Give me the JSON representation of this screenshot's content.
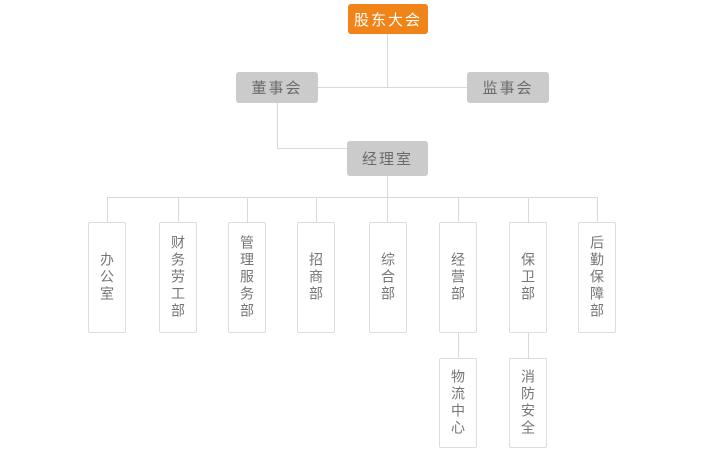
{
  "colors": {
    "page_bg": "#ffffff",
    "accent": "#f08418",
    "node_gray": "#cbcbcb",
    "node_gray_text": "#6b6b6b",
    "dept_border": "#dddddd",
    "dept_text": "#757575",
    "line": "#d9d9d9"
  },
  "org_chart": {
    "root": {
      "label": "股东大会"
    },
    "boards": [
      {
        "label": "董事会"
      },
      {
        "label": "监事会"
      }
    ],
    "office": {
      "label": "经理室"
    },
    "departments": [
      {
        "label": "办公室"
      },
      {
        "label": "财务劳工部"
      },
      {
        "label": "管理服务部"
      },
      {
        "label": "招商部"
      },
      {
        "label": "综合部"
      },
      {
        "label": "经营部"
      },
      {
        "label": "保卫部"
      },
      {
        "label": "后勤保障部"
      }
    ],
    "sub_departments": [
      {
        "label": "物流中心",
        "parent": "经营部"
      },
      {
        "label": "消防安全",
        "parent": "保卫部"
      }
    ]
  }
}
